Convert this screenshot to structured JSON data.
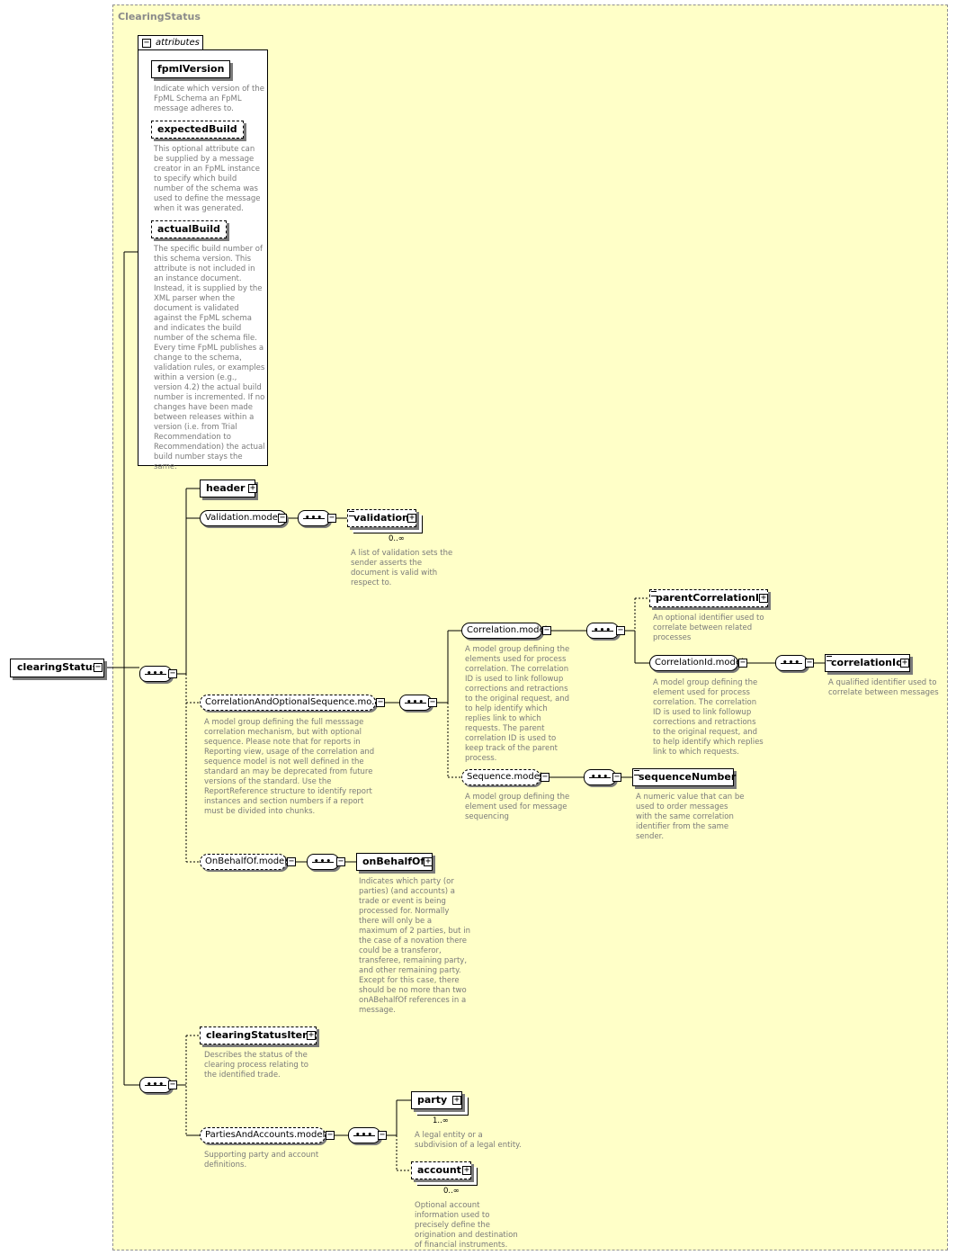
{
  "title": "ClearingStatus",
  "attributes": {
    "tab": "attributes",
    "items": [
      {
        "name": "fpmlVersion",
        "desc": "Indicate which version of the FpML Schema an FpML message adheres to."
      },
      {
        "name": "expectedBuild",
        "desc": "This optional attribute can be supplied by a message creator in an FpML instance to specify which build number of the schema was used to define the message when it was generated."
      },
      {
        "name": "actualBuild",
        "desc": "The specific build number of this schema version. This attribute is not included in an instance document. Instead, it is supplied by the XML parser when the document is validated against the FpML schema and indicates the build number of the schema file. Every time FpML publishes a change to the schema, validation rules, or examples within a version (e.g., version 4.2) the actual build number is incremented. If no changes have been made between releases within a version (i.e. from Trial Recommendation to Recommendation) the actual build number stays the same."
      }
    ]
  },
  "root": {
    "name": "clearingStatus"
  },
  "header": {
    "name": "header"
  },
  "validation_model": {
    "name": "Validation.model"
  },
  "validation": {
    "name": "validation",
    "cardinality": "0..∞",
    "desc": "A list of validation sets the sender asserts the document is valid with respect to."
  },
  "corr_seq_model": {
    "name": "CorrelationAndOptionalSequence.mo...",
    "desc": "A model group defining the full messsage correlation mechanism, but with optional sequence. Please note that for reports in Reporting view, usage of the correlation and sequence model is not well defined in the standard an may be deprecated from future versions of the standard. Use the ReportReference structure to identify report instances and section numbers if a report must be divided into chunks."
  },
  "correlation_model": {
    "name": "Correlation.model",
    "desc": "A model group defining the elements used for process correlation. The correlation ID is used to link followup corrections and retractions to the original request, and to help identify which replies link to which requests. The parent correlation ID is used to keep track of the parent process."
  },
  "parent_correlation_id": {
    "name": "parentCorrelationId",
    "desc": "An optional identifier used to correlate between related processes"
  },
  "correlation_id_model": {
    "name": "CorrelationId.model",
    "desc": "A model group defining the element used for process correlation. The correlation ID is used to link followup corrections and retractions to the original request, and to help identify which replies link to which requests."
  },
  "correlation_id": {
    "name": "correlationId",
    "desc": "A qualified identifier used to correlate between messages"
  },
  "sequence_model": {
    "name": "Sequence.model",
    "desc": "A model group defining the element used for message sequencing"
  },
  "sequence_number": {
    "name": "sequenceNumber",
    "desc": "A numeric value that can be used to order messages with the same correlation identifier from the same sender."
  },
  "on_behalf_of_model": {
    "name": "OnBehalfOf.model"
  },
  "on_behalf_of": {
    "name": "onBehalfOf",
    "desc": "Indicates which party (or parties) (and accounts) a trade or event is being processed for. Normally there will only be a maximum of 2 parties, but in the case of a novation there could be a transferor, transferee, remaining party, and other remaining party. Except for this case, there should be no more than two onABehalfOf references in a message."
  },
  "clearing_status_item": {
    "name": "clearingStatusItem",
    "desc": "Describes the status of the clearing process relating to the identified trade."
  },
  "parties_accounts_model": {
    "name": "PartiesAndAccounts.model",
    "desc": "Supporting party and account definitions."
  },
  "party": {
    "name": "party",
    "cardinality": "1..∞",
    "desc": "A legal entity or a subdivision of a legal entity."
  },
  "account": {
    "name": "account",
    "cardinality": "0..∞",
    "desc": "Optional account information used to precisely define the origination and destination of financial instruments."
  },
  "colors": {
    "frame_bg": "#ffffc8",
    "description": "#7a7a7a",
    "border": "#000000"
  }
}
